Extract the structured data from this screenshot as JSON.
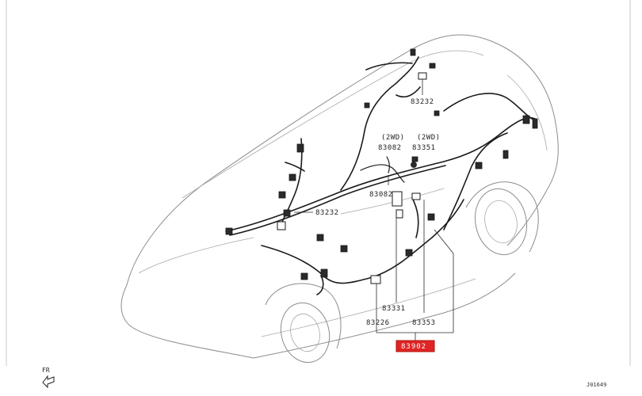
{
  "diagram": {
    "part_labels": {
      "top": "83232",
      "center_2wd_a": "(2WD)",
      "center_num_a": "83082",
      "center_2wd_b": "(2WD)",
      "center_num_b": "83351",
      "mid": "83082",
      "left": "83232",
      "bottom_a": "83331",
      "bottom_b": "83226",
      "bottom_c": "83353"
    },
    "highlighted_part": "83902",
    "highlight_color": "#e02424",
    "direction_label": "FR",
    "direction_icon": "front-arrow-icon",
    "figure_code": "J01649"
  }
}
